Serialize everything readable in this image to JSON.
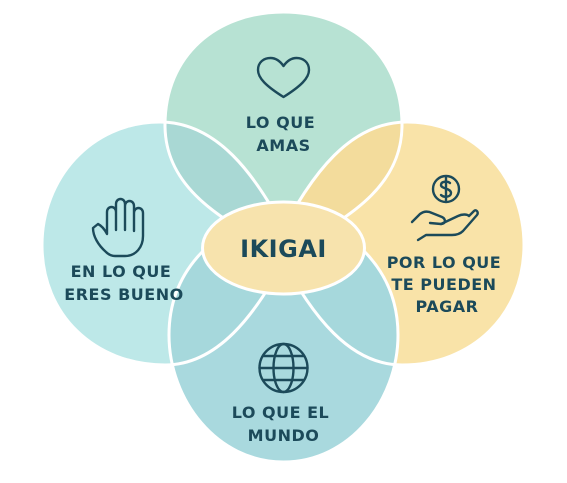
{
  "colors": {
    "top_region": "#b7e2d3",
    "left_region": "#bde8e8",
    "right_region": "#f9e3a8",
    "bottom_region": "#a9d9de",
    "overlap_top_left": "#a9d8d4",
    "overlap_top_right": "#f3dc9c",
    "overlap_bottom_left": "#a6d8dc",
    "overlap_bottom_right": "#a6d8dc",
    "center": "#f7e3ad",
    "outline": "#ffffff",
    "text": "#1c4a5a",
    "icon": "#1c4a5a"
  },
  "center": {
    "label": "IKIGAI"
  },
  "circles": {
    "top": {
      "icon": "heart-icon",
      "line1": "LO QUE",
      "line2": "AMAS"
    },
    "left": {
      "icon": "raised-hand-icon",
      "line1": "EN LO QUE",
      "line2": "ERES BUENO"
    },
    "right": {
      "icon": "hand-holding-dollar-icon",
      "line1": "POR LO QUE",
      "line2": "TE PUEDEN",
      "line3": "PAGAR"
    },
    "bottom": {
      "icon": "globe-icon",
      "line1": "LO QUE EL",
      "line2": "MUNDO"
    }
  }
}
